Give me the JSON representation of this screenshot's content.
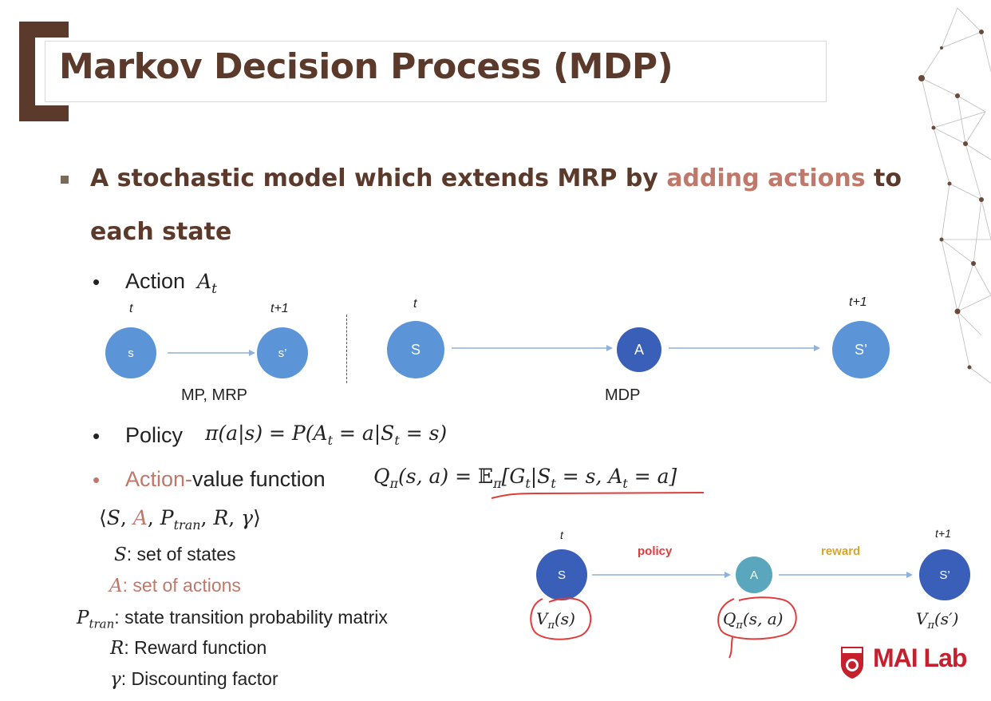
{
  "title": "Markov Decision Process (MDP)",
  "main_bullet": {
    "part1": "A stochastic model which extends MRP by ",
    "highlight": "adding actions",
    "part2": " to",
    "line2": "each state"
  },
  "action_bullet": {
    "label": "Action",
    "symbol": "A",
    "subscript": "t"
  },
  "diagram1": {
    "t_label": "t",
    "t1_label": "t+1",
    "node_s": "s",
    "node_s2": "s’",
    "caption": "MP, MRP"
  },
  "diagram2": {
    "t_label": "t",
    "t1_label": "t+1",
    "node_s": "S",
    "node_a": "A",
    "node_s2": "S’",
    "caption": "MDP"
  },
  "policy_bullet": {
    "label": "Policy",
    "formula": "π(a|s) = P(A_t = a|S_t = s)"
  },
  "action_value_bullet": {
    "label_red": "Action-",
    "label_black": "value function",
    "formula": "Q_π(s,a) = 𝔼_π[G_t|S_t = s, A_t = a]"
  },
  "tuple": "⟨S, A, P_tran, R, γ⟩",
  "definitions": [
    {
      "symbol": "S",
      "text": ": set of states"
    },
    {
      "symbol": "A",
      "text": ": set of actions"
    },
    {
      "symbol": "P_tran",
      "text": ": state transition probability matrix"
    },
    {
      "symbol": "R",
      "text": ": Reward function"
    },
    {
      "symbol": "γ",
      "text": ": Discounting factor"
    }
  ],
  "diagram3": {
    "t_label": "t",
    "t1_label": "t+1",
    "policy_label": "policy",
    "reward_label": "reward",
    "node_s": "S",
    "node_a": "A",
    "node_s2": "S’",
    "v_s": "V_π(s)",
    "q_sa": "Q_π(s,a)",
    "v_s2": "V_π(s′)"
  },
  "logo": {
    "text": "MAI Lab"
  },
  "colors": {
    "brown": "#5b3a2b",
    "accent": "#c0786a",
    "node_blue": "#5b95d8",
    "node_dark": "#3a5fb8",
    "node_teal": "#5aa7bd",
    "policy_red": "#e03c3c",
    "reward_gold": "#d6a531",
    "logo_red": "#c4202e"
  }
}
